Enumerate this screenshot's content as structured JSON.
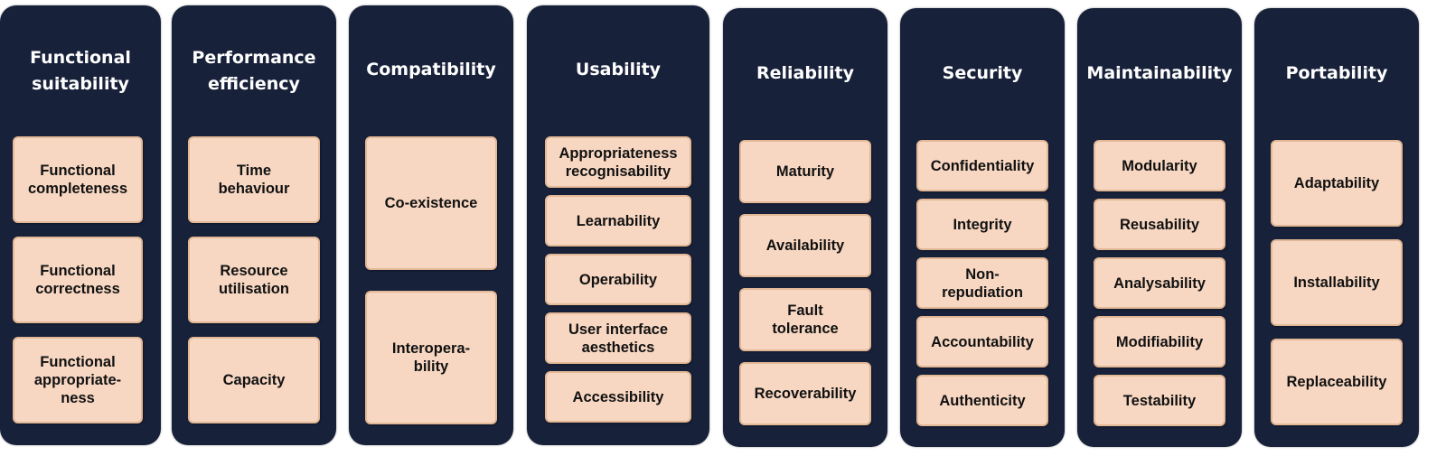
{
  "colors": {
    "column_background": "#18213a",
    "column_title_text": "#ffffff",
    "box_fill": "#f7d7c2",
    "box_border": "#e2b896",
    "box_text": "#111111"
  },
  "columns": [
    {
      "title": "Functional\nsuitability",
      "items": [
        "Functional\ncompleteness",
        "Functional\ncorrectness",
        "Functional\nappropriate-\nness"
      ]
    },
    {
      "title": "Performance\nefficiency",
      "items": [
        "Time\nbehaviour",
        "Resource\nutilisation",
        "Capacity"
      ]
    },
    {
      "title": "Compatibility",
      "items": [
        "Co-existence",
        "Interopera-\nbility"
      ]
    },
    {
      "title": "Usability",
      "items": [
        "Appropriateness\nrecognisability",
        "Learnability",
        "Operability",
        "User interface\naesthetics",
        "Accessibility"
      ]
    },
    {
      "title": "Reliability",
      "items": [
        "Maturity",
        "Availability",
        "Fault\ntolerance",
        "Recoverability"
      ]
    },
    {
      "title": "Security",
      "items": [
        "Confidentiality",
        "Integrity",
        "Non-\nrepudiation",
        "Accountability",
        "Authenticity"
      ]
    },
    {
      "title": "Maintainability",
      "items": [
        "Modularity",
        "Reusability",
        "Analysability",
        "Modifiability",
        "Testability"
      ]
    },
    {
      "title": "Portability",
      "items": [
        "Adaptability",
        "Installability",
        "Replaceability"
      ]
    }
  ]
}
